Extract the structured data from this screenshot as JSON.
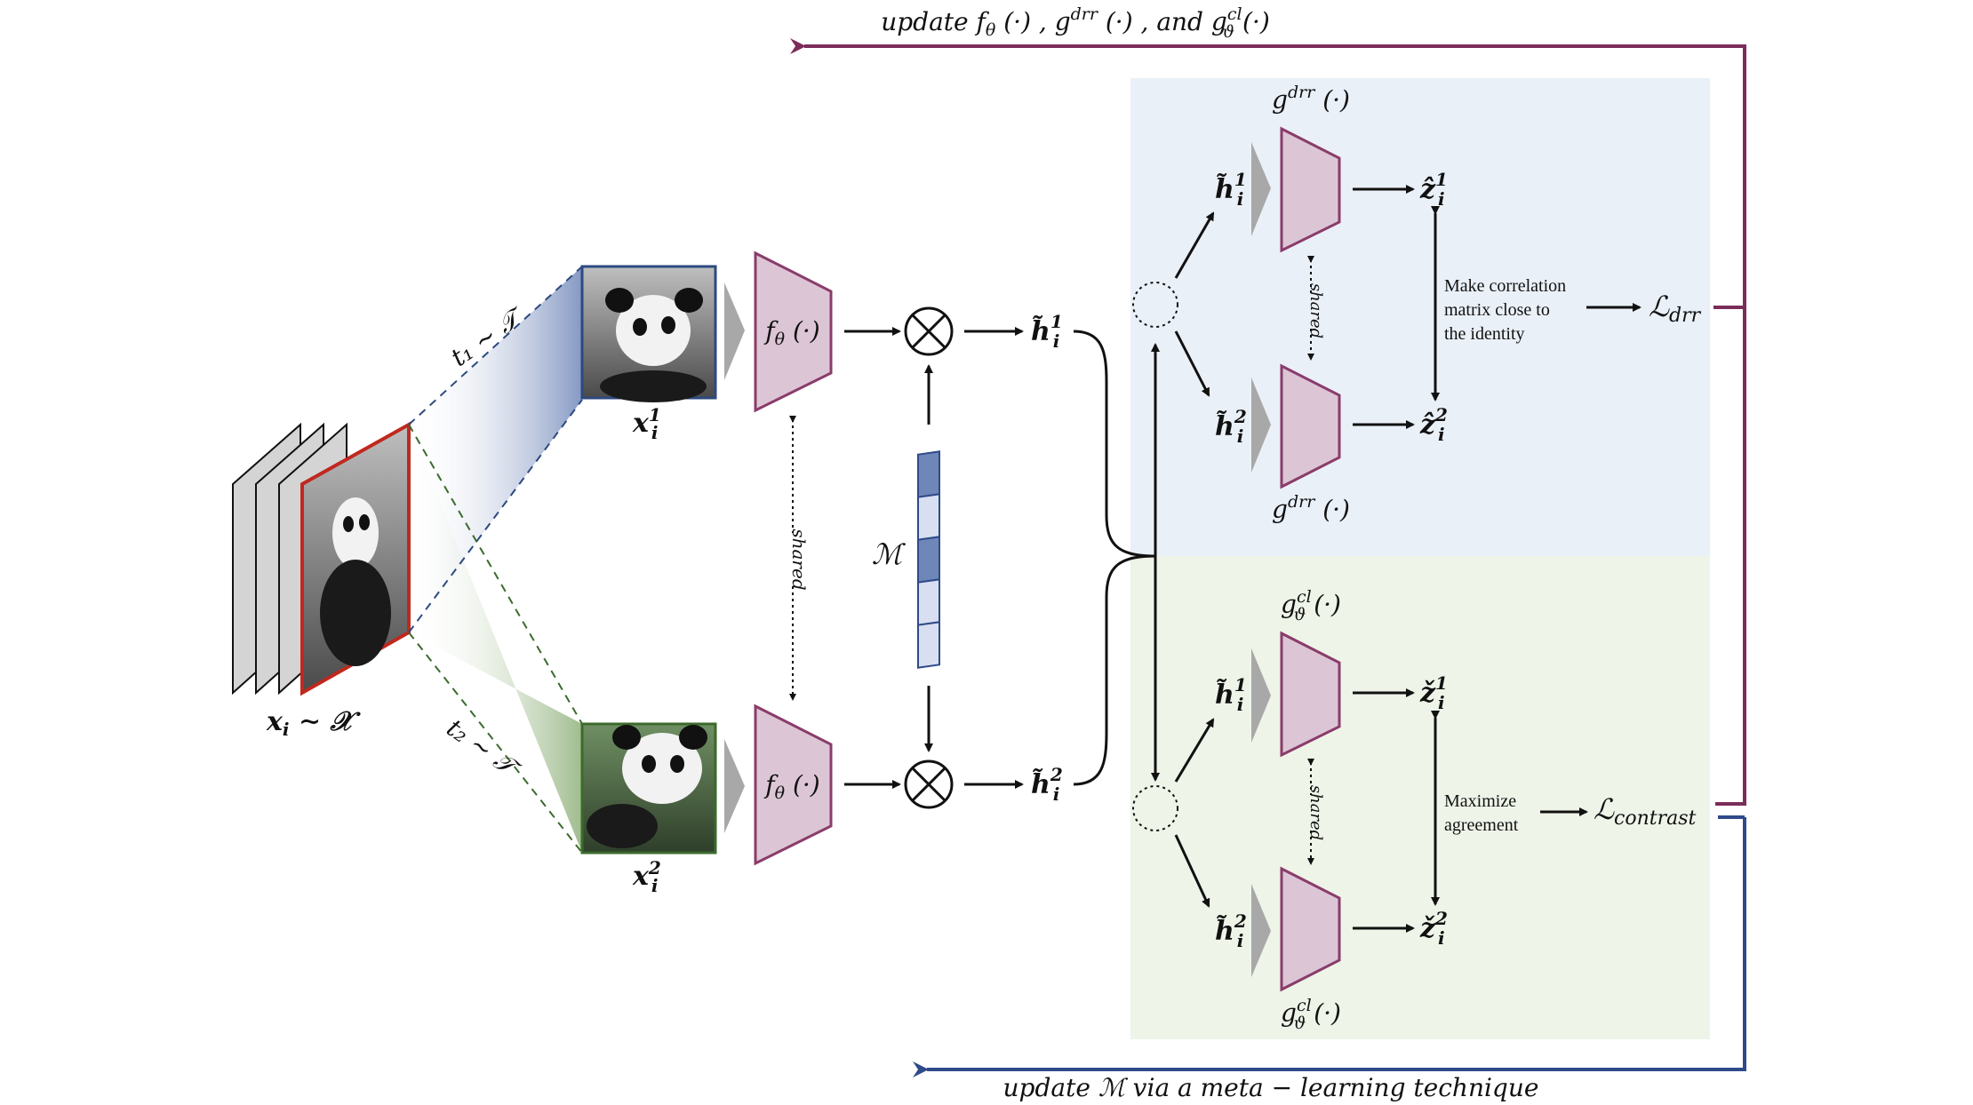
{
  "top_caption": "update f_θ(·),  g^drr(·),  and g_ϑ^cl(·)",
  "top_caption_parts": {
    "a": "update ",
    "f": "f",
    "f_sub": "θ",
    "f_arg": " (·) ,  ",
    "g": "g",
    "g_sup": "drr",
    "g_arg": " (·) ,  and ",
    "g2": "g",
    "g2_sup": "cl",
    "g2_sub": "ϑ",
    "g2_arg": " (·)"
  },
  "bottom_caption_parts": {
    "a": "update ",
    "m": "ℳ",
    "b": " via a meta − learning technique"
  },
  "input_label": {
    "x": "x",
    "sub": "i",
    "rest": " ∼ 𝒳"
  },
  "t1_label": "t₁ ∼ 𝒯",
  "t2_label": "t₂ ∼ 𝒯",
  "view1_label": {
    "x": "x",
    "sub": "i",
    "sup": "1"
  },
  "view2_label": {
    "x": "x",
    "sub": "i",
    "sup": "2"
  },
  "encoder_label": {
    "f": "f",
    "sub": "θ",
    "arg": " (·)"
  },
  "shared_label": "shared",
  "mask_label": "ℳ",
  "h_tilde": {
    "h": "h̃",
    "sub": "i",
    "sup1": "1",
    "sup2": "2"
  },
  "drr_head": {
    "g": "g",
    "sup": "drr",
    "arg": " (·)"
  },
  "cl_head": {
    "g": "g",
    "sup": "cl",
    "sub": "ϑ",
    "arg": " (·)"
  },
  "z_hat": {
    "z": "ẑ",
    "sub": "i",
    "sup1": "1",
    "sup2": "2"
  },
  "z_check": {
    "z": "ž",
    "sub": "i",
    "sup1": "1",
    "sup2": "2"
  },
  "drr_text": [
    "Make correlation",
    "matrix close to",
    "the identity"
  ],
  "contrast_text": [
    "Maximize",
    "agreement"
  ],
  "loss_drr": {
    "L": "ℒ",
    "sub": "drr"
  },
  "loss_contrast": {
    "L": "ℒ",
    "sub": "contrast"
  },
  "colors": {
    "top_arrow": "#7b2d5a",
    "bottom_arrow": "#2f4a8a",
    "drr_panel": "#eaf0f8",
    "cl_panel": "#eef4e8",
    "encoder_fill": "#dcc6d6",
    "encoder_stroke": "#8a3c6a",
    "mask_dark": "#6f86b8",
    "mask_light": "#d7dff0",
    "input_border": "#c0281e",
    "view1_border": "#2c4a80",
    "view2_border": "#3c6a2c"
  },
  "mask_cells": [
    "dark",
    "light",
    "dark",
    "light",
    "light"
  ]
}
